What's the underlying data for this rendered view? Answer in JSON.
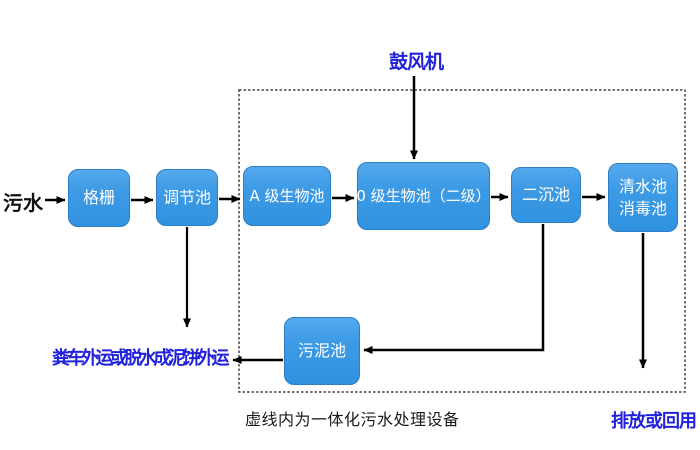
{
  "diagram": {
    "source_label": "污水",
    "blower_label": "鼓风机",
    "sludge_out_label": "粪车外运或脱水成泥饼外运",
    "discharge_label": "排放或回用",
    "dashed_box_note": "虚线内为一体化污水处理设备",
    "nodes": {
      "grid": {
        "label": "格栅"
      },
      "regulating_tank": {
        "label": "调节池"
      },
      "a_bio_tank": {
        "label": "A 级生物池"
      },
      "o_bio_tank": {
        "label": "0 级生物池（二级）"
      },
      "secondary_sed_tank": {
        "label": "二沉池"
      },
      "clear_water_tank": {
        "label": "清水池",
        "label2": "消毒池"
      },
      "sludge_tank": {
        "label": "污泥池"
      }
    },
    "edges": [
      {
        "from": "污水",
        "to": "格栅"
      },
      {
        "from": "格栅",
        "to": "调节池"
      },
      {
        "from": "调节池",
        "to": "A 级生物池"
      },
      {
        "from": "A 级生物池",
        "to": "0 级生物池（二级）"
      },
      {
        "from": "鼓风机",
        "to": "0 级生物池（二级）"
      },
      {
        "from": "0 级生物池（二级）",
        "to": "二沉池"
      },
      {
        "from": "二沉池",
        "to": "清水池 消毒池"
      },
      {
        "from": "二沉池",
        "to": "污泥池"
      },
      {
        "from": "污泥池",
        "to": "粪车外运或脱水成泥饼外运"
      },
      {
        "from": "调节池",
        "to": "粪车外运或脱水成泥饼外运"
      },
      {
        "from": "清水池 消毒池",
        "to": "排放或回用"
      }
    ],
    "colors": {
      "box_fill": "#3e9be5",
      "box_border": "#2d7ec4",
      "box_text": "#ffffff",
      "annotation_blue": "#2222dd",
      "line_black": "#000000",
      "dashed_border": "#444444"
    }
  }
}
